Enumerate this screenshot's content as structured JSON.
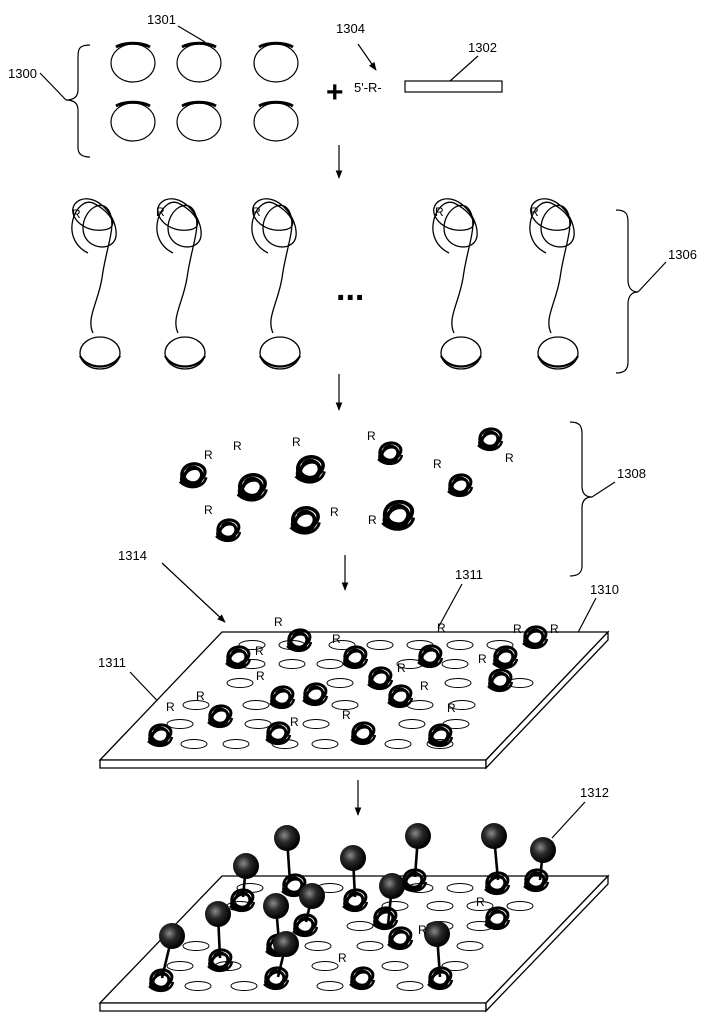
{
  "labels": {
    "l1300": "1300",
    "l1301": "1301",
    "l1302": "1302",
    "l1304": "1304",
    "l1306": "1306",
    "l1308": "1308",
    "l1310": "1310",
    "l1311a": "1311",
    "l1311b": "1311",
    "l1312": "1312",
    "l1314": "1314"
  },
  "primer_label": "5'-R-",
  "plus_sign": "+",
  "ellipsis": "...",
  "reactive_group": "R"
}
